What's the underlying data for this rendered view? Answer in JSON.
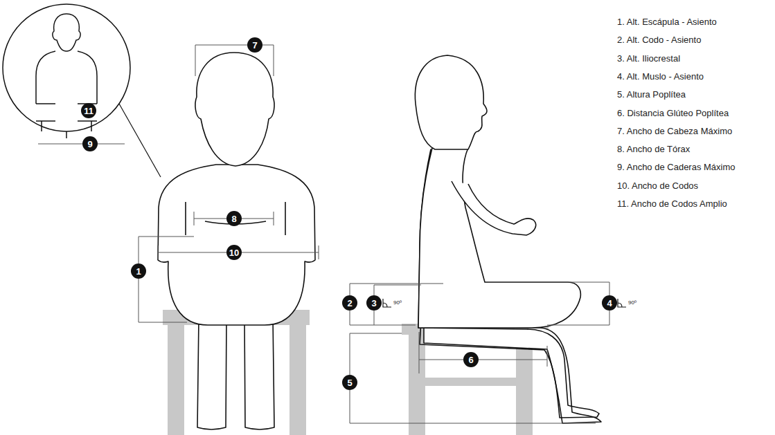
{
  "diagram": {
    "nodes": [
      {
        "text": [
          "7"
        ]
      },
      {
        "text": [
          "11"
        ]
      },
      {
        "text": [
          "9"
        ]
      },
      {
        "text": [
          "8"
        ]
      },
      {
        "text": [
          "10"
        ]
      },
      {
        "text": [
          "1"
        ]
      },
      {
        "text": [
          "2"
        ]
      },
      {
        "text": [
          "3"
        ]
      },
      {
        "text": [
          "4"
        ]
      },
      {
        "text": [
          "6"
        ]
      },
      {
        "text": [
          "5"
        ]
      }
    ],
    "labels": [
      "1. Alt. Escápula - Asiento",
      "2. Alt. Codo - Asiento",
      "3. Alt. Iliocrestal",
      "4. Alt. Muslo - Asiento",
      "5. Altura Poplítea",
      "6. Distancia Glúteo Poplítea",
      "7. Ancho de Cabeza Máximo",
      "8. Ancho de Tórax",
      "9. Ancho de Caderas Máximo",
      "10. Ancho de Codos",
      "11. Ancho de Codos Amplio",
      "90º",
      "90º"
    ]
  }
}
